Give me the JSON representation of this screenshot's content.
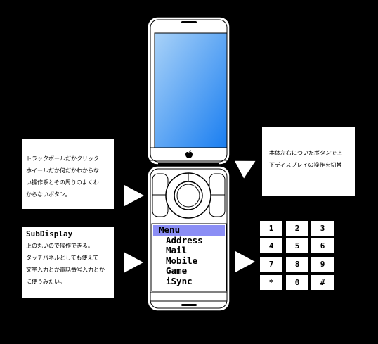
{
  "notes": {
    "trackball": {
      "lines": [
        "トラックボールだかクリック",
        "ホイールだか何だかわからな",
        "い操作系とその周りのよくわ",
        "からないボタン。"
      ]
    },
    "subdisplay": {
      "title": "SubDisplay",
      "lines": [
        "上の丸いので操作できる。",
        "タッチパネルとしても使えて",
        "文字入力とか電話番号入力とか",
        "に使うみたい。"
      ]
    },
    "switch": {
      "lines": [
        "本体左右についたボタンで上",
        "下ディスプレイの操作を切替"
      ]
    }
  },
  "phone": {
    "logo_icon": "apple-logo-icon",
    "screen_gradient": [
      "#a9d2f8",
      "#1a7ef0"
    ],
    "menu": {
      "items": [
        "Menu",
        "Address",
        "Mail",
        "Mobile",
        "Game",
        "iSync"
      ],
      "selected_index": 0,
      "selected_icon": "",
      "highlight_color": "#8b8ef5"
    }
  },
  "keypad": {
    "keys": [
      "1",
      "2",
      "3",
      "4",
      "5",
      "6",
      "7",
      "8",
      "9",
      "*",
      "0",
      "#"
    ]
  }
}
